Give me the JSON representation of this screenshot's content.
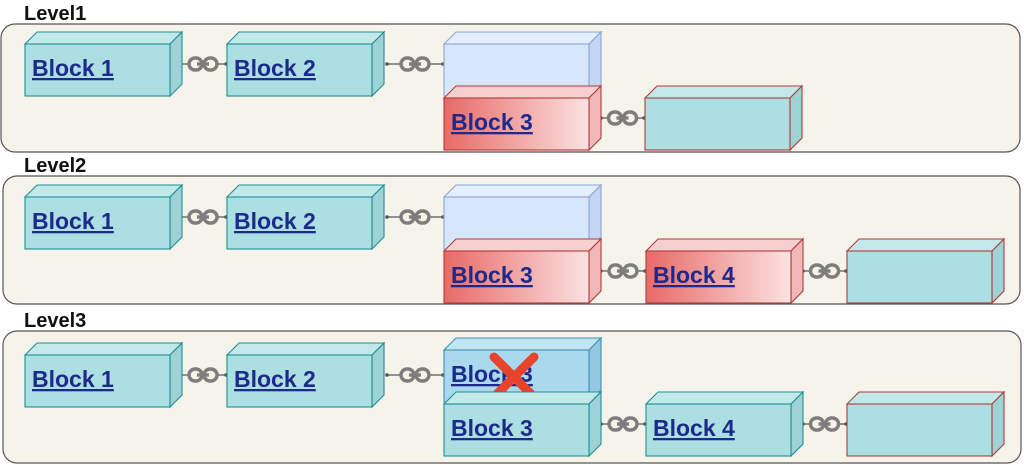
{
  "diagram": {
    "levels": [
      {
        "title": "Level1",
        "blocks": [
          {
            "label": "Block 1",
            "style": "teal",
            "link": true
          },
          {
            "label": "Block 2",
            "style": "teal",
            "link": true
          },
          {
            "label": "",
            "style": "blue"
          },
          {
            "label": "Block 3",
            "style": "red",
            "link": true
          },
          {
            "label": "",
            "style": "teal-red-border"
          }
        ]
      },
      {
        "title": "Level2",
        "blocks": [
          {
            "label": "Block 1",
            "style": "teal",
            "link": true
          },
          {
            "label": "Block 2",
            "style": "teal",
            "link": true
          },
          {
            "label": "",
            "style": "blue"
          },
          {
            "label": "Block 3",
            "style": "red",
            "link": true
          },
          {
            "label": "Block 4",
            "style": "red",
            "link": true
          },
          {
            "label": "",
            "style": "teal-red-border"
          }
        ]
      },
      {
        "title": "Level3",
        "blocks": [
          {
            "label": "Block 1",
            "style": "teal",
            "link": true
          },
          {
            "label": "Block 2",
            "style": "teal",
            "link": true
          },
          {
            "label": "Block 3",
            "style": "blue-crossed"
          },
          {
            "label": "Block 3",
            "style": "teal",
            "link": true
          },
          {
            "label": "Block 4",
            "style": "teal",
            "link": true
          },
          {
            "label": "",
            "style": "teal-red-border"
          }
        ]
      }
    ],
    "icons": {
      "link": "chain-link-icon",
      "removed": "x-mark-icon"
    },
    "colors": {
      "panel_fill": "#f6f3ea",
      "teal_fill": "#acdfe1",
      "teal_stroke": "#1f8f93",
      "blue_fill": "#d6e6fb",
      "blue_stroke": "#8aa4d8",
      "red_fill_dark": "#e86a66",
      "red_fill_light": "#fbe2e2",
      "red_stroke": "#b33a3a",
      "label_color": "#1d2a8c",
      "x_mark": "#e8432c"
    }
  }
}
